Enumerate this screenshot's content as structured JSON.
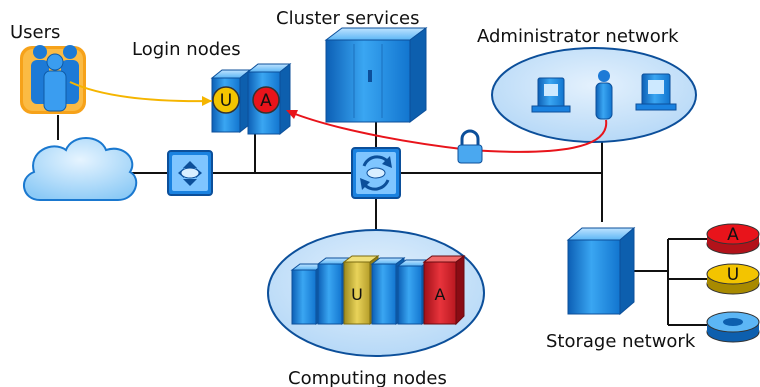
{
  "labels": {
    "users": "Users",
    "login_nodes": "Login nodes",
    "cluster_services": "Cluster services",
    "administrator_network": "Administrator network",
    "computing_nodes": "Computing nodes",
    "storage_network": "Storage network"
  },
  "badges": {
    "user": "U",
    "admin": "A"
  },
  "colors": {
    "user_connection": "#f5b500",
    "admin_connection": "#e8141b",
    "network_line": "#111111",
    "device_blue": "#1e8de0",
    "ellipse_fill": "#cfe6fb",
    "user_badge": "#f3c400",
    "admin_badge": "#e8141b"
  },
  "icons": {
    "users": "users-group-icon",
    "cloud": "internet-cloud-icon",
    "switch": "network-switch-icon",
    "router": "router-icon",
    "lock": "padlock-icon",
    "server": "server-tower-icon",
    "disk": "storage-disk-icon"
  }
}
